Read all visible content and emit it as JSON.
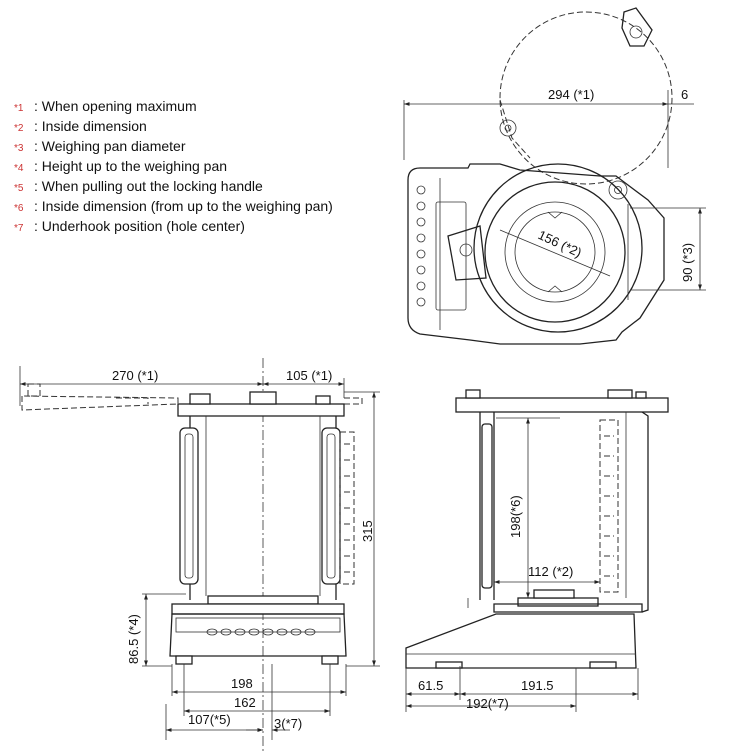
{
  "legend": [
    {
      "mark": "*1",
      "text": "When opening maximum"
    },
    {
      "mark": "*2",
      "text": "Inside dimension"
    },
    {
      "mark": "*3",
      "text": "Weighing pan diameter"
    },
    {
      "mark": "*4",
      "text": "Height up to the weighing pan"
    },
    {
      "mark": "*5",
      "text": "When pulling out the locking handle"
    },
    {
      "mark": "*6",
      "text": "Inside dimension (from up to the weighing pan)"
    },
    {
      "mark": "*7",
      "text": "Underhook position (hole center)"
    }
  ],
  "dimensions": {
    "top_294": {
      "value": "294",
      "note": "*1"
    },
    "top_6": {
      "value": "6"
    },
    "top_156": {
      "value": "156",
      "note": "*2"
    },
    "top_90": {
      "value": "90",
      "note": "*3"
    },
    "front_270": {
      "value": "270",
      "note": "*1"
    },
    "front_105": {
      "value": "105",
      "note": "*1"
    },
    "front_315": {
      "value": "315"
    },
    "front_86_5": {
      "value": "86.5",
      "note": "*4"
    },
    "front_198": {
      "value": "198"
    },
    "front_162": {
      "value": "162"
    },
    "front_107": {
      "value": "107",
      "note": "*5"
    },
    "front_3": {
      "value": "3",
      "note": "*7"
    },
    "side_198": {
      "value": "198",
      "note": "*6"
    },
    "side_112": {
      "value": "112",
      "note": "*2"
    },
    "side_61_5": {
      "value": "61.5"
    },
    "side_191_5": {
      "value": "191.5"
    },
    "side_192": {
      "value": "192",
      "note": "*7"
    }
  }
}
